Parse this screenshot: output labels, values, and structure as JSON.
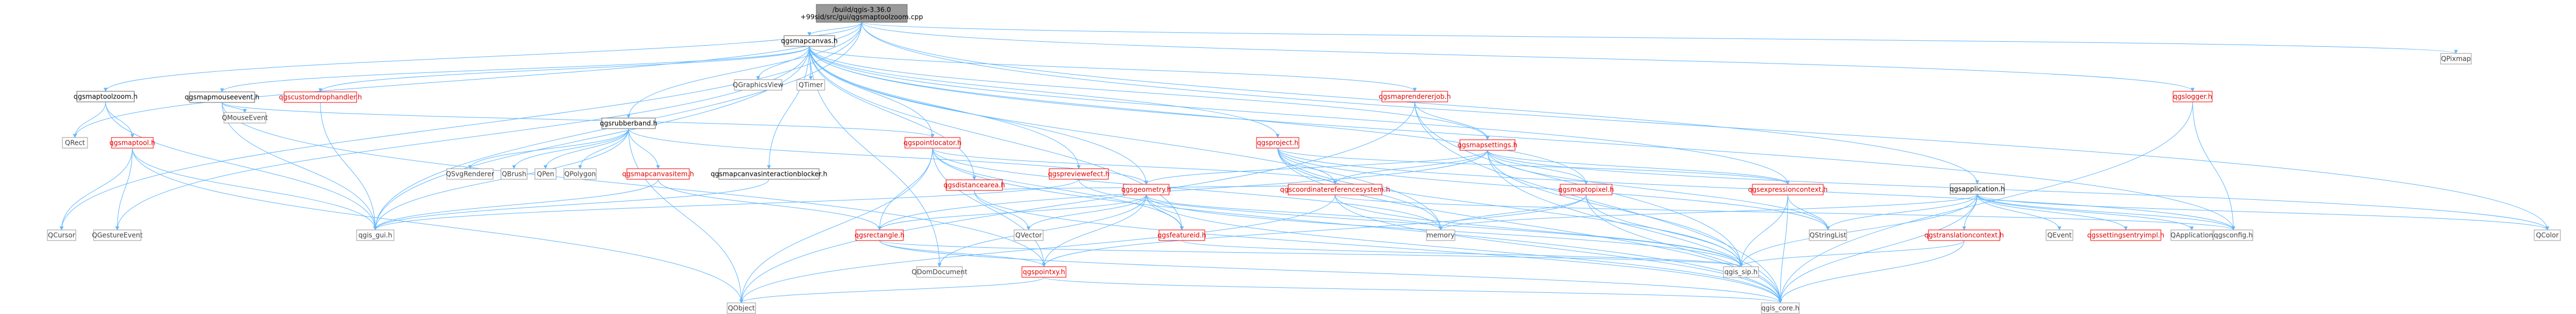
{
  "colors": {
    "root_fill": "#999999",
    "root_stroke": "#666666",
    "node_fill": "#ffffff",
    "node_stroke_internal": "#ff0000",
    "node_stroke_external": "#999999",
    "text_internal": "#e00000",
    "text_external": "#404040",
    "edge": "#63b8ff",
    "edge_dark": "#3a8cd6"
  },
  "root_label": "/build/qgis-3.36.0+99sid/src/gui/qgsmaptoolzoom.cpp",
  "nodes": [
    {
      "id": "root",
      "label": "/build/qgis-3.36.0\n+99sid/src/gui/qgsmaptoolzoom.cpp",
      "kind": "root"
    },
    {
      "id": "qgsmaptoolzoom_h",
      "label": "qgsmaptoolzoom.h",
      "kind": "internal"
    },
    {
      "id": "qgsmapcanvas_h",
      "label": "qgsmapcanvas.h",
      "kind": "internal"
    },
    {
      "id": "qgsrubberband_h",
      "label": "qgsrubberband.h",
      "kind": "internal"
    },
    {
      "id": "qgslogger_h",
      "label": "qgslogger.h",
      "kind": "red"
    },
    {
      "id": "QPixmap",
      "label": "QPixmap",
      "kind": "external"
    },
    {
      "id": "QRect",
      "label": "QRect",
      "kind": "external"
    },
    {
      "id": "qgsmaptool_h",
      "label": "qgsmaptool.h",
      "kind": "red"
    },
    {
      "id": "qgsmapmouseevent_h",
      "label": "qgsmapmouseevent.h",
      "kind": "internal"
    },
    {
      "id": "qgscustomdrophandler_h",
      "label": "qgscustomdrophandler.h",
      "kind": "red"
    },
    {
      "id": "QGraphicsView",
      "label": "QGraphicsView",
      "kind": "external"
    },
    {
      "id": "QTimer",
      "label": "QTimer",
      "kind": "external"
    },
    {
      "id": "qgsmaprendererjob_h",
      "label": "qgsmaprendererjob.h",
      "kind": "red"
    },
    {
      "id": "qgsproject_h",
      "label": "qgsproject.h",
      "kind": "red"
    },
    {
      "id": "qgspointlocator_h",
      "label": "qgspointlocator.h",
      "kind": "red"
    },
    {
      "id": "qgsmapsettings_h",
      "label": "qgsmapsettings.h",
      "kind": "red"
    },
    {
      "id": "qgsapplication_h",
      "label": "qgsapplication.h",
      "kind": "internal"
    },
    {
      "id": "QMouseEvent",
      "label": "QMouseEvent",
      "kind": "external"
    },
    {
      "id": "QBrush",
      "label": "QBrush",
      "kind": "external"
    },
    {
      "id": "QPen",
      "label": "QPen",
      "kind": "external"
    },
    {
      "id": "QPolygon",
      "label": "QPolygon",
      "kind": "external"
    },
    {
      "id": "QSvgRenderer",
      "label": "QSvgRenderer",
      "kind": "external"
    },
    {
      "id": "qgsmapcanvasitem_h",
      "label": "qgsmapcanvasitem.h",
      "kind": "red"
    },
    {
      "id": "qgsmapcanvasinteractionblocker_h",
      "label": "qgsmapcanvasinteractionblocker.h",
      "kind": "internal"
    },
    {
      "id": "qgsdistancearea_h",
      "label": "qgsdistancearea.h",
      "kind": "red"
    },
    {
      "id": "qgsgeometry_h",
      "label": "qgsgeometry.h",
      "kind": "red"
    },
    {
      "id": "qgspreviewefect_h",
      "label": "qgspreviewefect.h",
      "kind": "red"
    },
    {
      "id": "qgscoordinatereferencesystem_h",
      "label": "qgscoordinatereferencesystem.h",
      "kind": "red"
    },
    {
      "id": "qgsmaptopixel_h",
      "label": "qgsmaptopixel.h",
      "kind": "red"
    },
    {
      "id": "qgsexpressioncontext_h",
      "label": "qgsexpressioncontext.h",
      "kind": "red"
    },
    {
      "id": "qgssettingsentryimpl_h",
      "label": "qgssettingsentryimpl.h",
      "kind": "red"
    },
    {
      "id": "QEvent",
      "label": "QEvent",
      "kind": "external"
    },
    {
      "id": "QApplication",
      "label": "QApplication",
      "kind": "external"
    },
    {
      "id": "QColor",
      "label": "QColor",
      "kind": "external"
    },
    {
      "id": "QCursor",
      "label": "QCursor",
      "kind": "external"
    },
    {
      "id": "QGestureEvent",
      "label": "QGestureEvent",
      "kind": "external"
    },
    {
      "id": "qgis_gui_h",
      "label": "qgis_gui.h",
      "kind": "external"
    },
    {
      "id": "qgsrectangle_h",
      "label": "qgsrectangle.h",
      "kind": "red"
    },
    {
      "id": "QVector",
      "label": "QVector",
      "kind": "external"
    },
    {
      "id": "qgsfeatureid_h",
      "label": "qgsfeatureid.h",
      "kind": "red"
    },
    {
      "id": "memory",
      "label": "memory",
      "kind": "external"
    },
    {
      "id": "QStringList",
      "label": "QStringList",
      "kind": "external"
    },
    {
      "id": "qgstranslationcontext_h",
      "label": "qgstranslationcontext.h",
      "kind": "red"
    },
    {
      "id": "qgsconfig_h",
      "label": "qgsconfig.h",
      "kind": "external"
    },
    {
      "id": "QDomDocument",
      "label": "QDomDocument",
      "kind": "external"
    },
    {
      "id": "qgspointxy_h",
      "label": "qgspointxy.h",
      "kind": "red"
    },
    {
      "id": "qgis_sip_h",
      "label": "qgis_sip.h",
      "kind": "external"
    },
    {
      "id": "QObject",
      "label": "QObject",
      "kind": "external"
    },
    {
      "id": "qgis_core_h",
      "label": "qgis_core.h",
      "kind": "external"
    }
  ],
  "edges": [
    [
      "root",
      "qgsmaptoolzoom_h"
    ],
    [
      "root",
      "qgsmapcanvas_h"
    ],
    [
      "root",
      "qgsrubberband_h"
    ],
    [
      "root",
      "qgslogger_h"
    ],
    [
      "root",
      "QPixmap"
    ],
    [
      "root",
      "QRect"
    ],
    [
      "root",
      "QCursor"
    ],
    [
      "root",
      "qgsapplication_h"
    ],
    [
      "root",
      "QColor"
    ],
    [
      "root",
      "qgis_gui_h"
    ],
    [
      "qgsmaptoolzoom_h",
      "QRect"
    ],
    [
      "qgsmaptoolzoom_h",
      "qgsmaptool_h"
    ],
    [
      "qgsmaptoolzoom_h",
      "qgis_gui_h"
    ],
    [
      "qgsmaptool_h",
      "QCursor"
    ],
    [
      "qgsmaptool_h",
      "QGestureEvent"
    ],
    [
      "qgsmaptool_h",
      "qgis_gui_h"
    ],
    [
      "qgsmaptool_h",
      "QObject"
    ],
    [
      "qgsmapcanvas_h",
      "qgsmapmouseevent_h"
    ],
    [
      "qgsmapcanvas_h",
      "qgscustomdrophandler_h"
    ],
    [
      "qgsmapcanvas_h",
      "QGraphicsView"
    ],
    [
      "qgsmapcanvas_h",
      "QTimer"
    ],
    [
      "qgsmapcanvas_h",
      "qgsmaprendererjob_h"
    ],
    [
      "qgsmapcanvas_h",
      "qgsproject_h"
    ],
    [
      "qgsmapcanvas_h",
      "qgspointlocator_h"
    ],
    [
      "qgsmapcanvas_h",
      "qgsmapcanvasinteractionblocker_h"
    ],
    [
      "qgsmapcanvas_h",
      "qgsdistancearea_h"
    ],
    [
      "qgsmapcanvas_h",
      "qgsgeometry_h"
    ],
    [
      "qgsmapcanvas_h",
      "qgspreviewefect_h"
    ],
    [
      "qgsmapcanvas_h",
      "qgsexpressioncontext_h"
    ],
    [
      "qgsmapcanvas_h",
      "qgsmapsettings_h"
    ],
    [
      "qgsmapcanvas_h",
      "qgis_gui_h"
    ],
    [
      "qgsmapcanvas_h",
      "QGestureEvent"
    ],
    [
      "qgsmapcanvas_h",
      "qgsconfig_h"
    ],
    [
      "qgsmapcanvas_h",
      "QDomDocument"
    ],
    [
      "qgsmapcanvas_h",
      "memory"
    ],
    [
      "qgsmapcanvas_h",
      "qgsfeatureid_h"
    ],
    [
      "qgsmapcanvas_h",
      "qgsmaptopixel_h"
    ],
    [
      "qgsmapmouseevent_h",
      "QMouseEvent"
    ],
    [
      "qgsmapmouseevent_h",
      "qgspointlocator_h"
    ],
    [
      "qgsmapmouseevent_h",
      "qgis_gui_h"
    ],
    [
      "qgsmapmouseevent_h",
      "qgspointxy_h"
    ],
    [
      "qgscustomdrophandler_h",
      "qgis_gui_h"
    ],
    [
      "qgsrubberband_h",
      "QBrush"
    ],
    [
      "qgsrubberband_h",
      "QPen"
    ],
    [
      "qgsrubberband_h",
      "QPolygon"
    ],
    [
      "qgsrubberband_h",
      "QSvgRenderer"
    ],
    [
      "qgsrubberband_h",
      "qgsmapcanvasitem_h"
    ],
    [
      "qgsrubberband_h",
      "qgsgeometry_h"
    ],
    [
      "qgsrubberband_h",
      "qgis_gui_h"
    ],
    [
      "qgsrubberband_h",
      "QObject"
    ],
    [
      "qgsmapcanvasitem_h",
      "qgis_gui_h"
    ],
    [
      "qgsmapcanvasitem_h",
      "qgsrectangle_h"
    ],
    [
      "qgsmapcanvasinteractionblocker_h",
      "qgis_gui_h"
    ],
    [
      "qgspointlocator_h",
      "qgsrectangle_h"
    ],
    [
      "qgspointlocator_h",
      "qgscoordinatereferencesystem_h"
    ],
    [
      "qgspointlocator_h",
      "qgsfeatureid_h"
    ],
    [
      "qgspointlocator_h",
      "qgis_core_h"
    ],
    [
      "qgspointlocator_h",
      "qgspointxy_h"
    ],
    [
      "qgspointlocator_h",
      "memory"
    ],
    [
      "qgspointlocator_h",
      "QObject"
    ],
    [
      "qgsdistancearea_h",
      "QVector"
    ],
    [
      "qgsdistancearea_h",
      "qgis_core_h"
    ],
    [
      "qgsdistancearea_h",
      "qgscoordinatereferencesystem_h"
    ],
    [
      "qgsgeometry_h",
      "QVector"
    ],
    [
      "qgsgeometry_h",
      "qgsrectangle_h"
    ],
    [
      "qgsgeometry_h",
      "qgsfeatureid_h"
    ],
    [
      "qgsgeometry_h",
      "qgis_core_h"
    ],
    [
      "qgsgeometry_h",
      "qgis_sip_h"
    ],
    [
      "qgsgeometry_h",
      "qgspointxy_h"
    ],
    [
      "qgsgeometry_h",
      "memory"
    ],
    [
      "qgsgeometry_h",
      "QDomDocument"
    ],
    [
      "qgspreviewefect_h",
      "qgis_gui_h"
    ],
    [
      "qgspreviewefect_h",
      "qgis_sip_h"
    ],
    [
      "qgsproject_h",
      "qgscoordinatereferencesystem_h"
    ],
    [
      "qgsproject_h",
      "qgis_core_h"
    ],
    [
      "qgsproject_h",
      "QStringList"
    ],
    [
      "qgsproject_h",
      "qgsconfig_h"
    ],
    [
      "qgsproject_h",
      "memory"
    ],
    [
      "qgsproject_h",
      "qgis_sip_h"
    ],
    [
      "qgsproject_h",
      "qgsexpressioncontext_h"
    ],
    [
      "qgsmaprendererjob_h",
      "qgsmapsettings_h"
    ],
    [
      "qgsmaprendererjob_h",
      "qgis_core_h"
    ],
    [
      "qgsmaprendererjob_h",
      "qgis_sip_h"
    ],
    [
      "qgsmaprendererjob_h",
      "QObject"
    ],
    [
      "qgsmapsettings_h",
      "qgscoordinatereferencesystem_h"
    ],
    [
      "qgsmapsettings_h",
      "qgsrectangle_h"
    ],
    [
      "qgsmapsettings_h",
      "qgsmaptopixel_h"
    ],
    [
      "qgsmapsettings_h",
      "qgsexpressioncontext_h"
    ],
    [
      "qgsmapsettings_h",
      "qgis_core_h"
    ],
    [
      "qgsmapsettings_h",
      "qgis_sip_h"
    ],
    [
      "qgsmapsettings_h",
      "QColor"
    ],
    [
      "qgsmapsettings_h",
      "QStringList"
    ],
    [
      "qgsmapsettings_h",
      "qgsgeometry_h"
    ],
    [
      "qgscoordinatereferencesystem_h",
      "qgis_core_h"
    ],
    [
      "qgscoordinatereferencesystem_h",
      "qgis_sip_h"
    ],
    [
      "qgscoordinatereferencesystem_h",
      "qgsconfig_h"
    ],
    [
      "qgscoordinatereferencesystem_h",
      "QObject"
    ],
    [
      "qgsmaptopixel_h",
      "qgis_core_h"
    ],
    [
      "qgsmaptopixel_h",
      "qgis_sip_h"
    ],
    [
      "qgsmaptopixel_h",
      "qgspointxy_h"
    ],
    [
      "qgsmaptopixel_h",
      "memory"
    ],
    [
      "qgsexpressioncontext_h",
      "qgis_core_h"
    ],
    [
      "qgsexpressioncontext_h",
      "qgis_sip_h"
    ],
    [
      "qgsexpressioncontext_h",
      "QStringList"
    ],
    [
      "qgsapplication_h",
      "QApplication"
    ],
    [
      "qgsapplication_h",
      "QEvent"
    ],
    [
      "qgsapplication_h",
      "QStringList"
    ],
    [
      "qgsapplication_h",
      "QColor"
    ],
    [
      "qgsapplication_h",
      "qgsconfig_h"
    ],
    [
      "qgsapplication_h",
      "qgis_core_h"
    ],
    [
      "qgsapplication_h",
      "qgis_sip_h"
    ],
    [
      "qgsapplication_h",
      "qgssettingsentryimpl_h"
    ],
    [
      "qgsapplication_h",
      "qgstranslationcontext_h"
    ],
    [
      "qgsapplication_h",
      "memory"
    ],
    [
      "qgstranslationcontext_h",
      "qgis_core_h"
    ],
    [
      "qgstranslationcontext_h",
      "qgis_sip_h"
    ],
    [
      "qgslogger_h",
      "qgis_core_h"
    ],
    [
      "qgslogger_h",
      "qgsconfig_h"
    ],
    [
      "qgsrectangle_h",
      "qgis_core_h"
    ],
    [
      "qgsrectangle_h",
      "qgis_sip_h"
    ],
    [
      "qgsrectangle_h",
      "qgspointxy_h"
    ],
    [
      "qgspointxy_h",
      "qgis_core_h"
    ],
    [
      "qgspointxy_h",
      "QObject"
    ],
    [
      "qgsfeatureid_h",
      "qgis_sip_h"
    ]
  ]
}
